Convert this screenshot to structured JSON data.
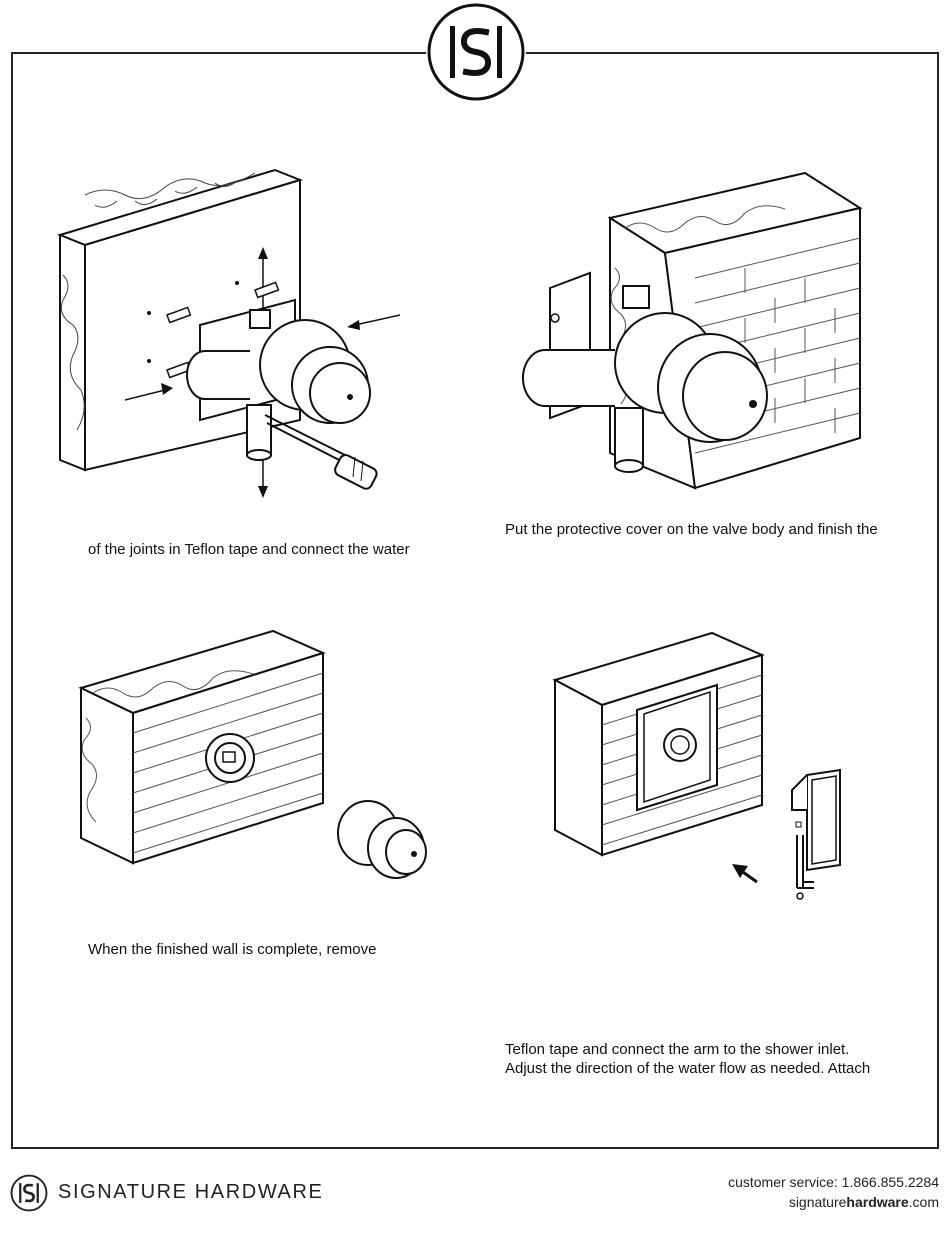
{
  "header": {
    "logo_icon": "sh-monogram-logo"
  },
  "steps": [
    {
      "caption": "of the joints in Teflon tape and connect the water"
    },
    {
      "caption": "Put the protective cover on the valve body and finish the"
    },
    {
      "caption": "When the finished wall is complete, remove"
    },
    {
      "caption_line1": "Teflon tape and connect the arm to the shower inlet.",
      "caption_line2": "Adjust the direction of the water flow as needed. Attach"
    }
  ],
  "footer": {
    "brand": "SIGNATURE HARDWARE",
    "customer_service": "customer service: 1.866.855.2284",
    "site_prefix": "signature",
    "site_bold": "hardware",
    "site_suffix": ".com"
  }
}
